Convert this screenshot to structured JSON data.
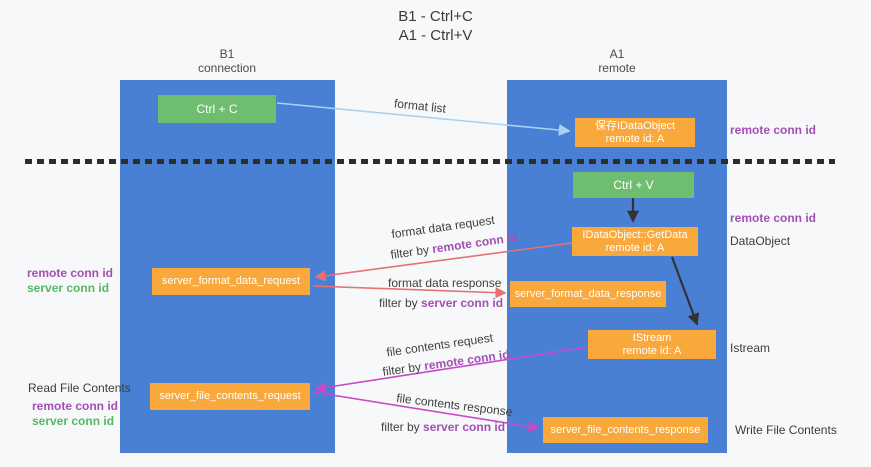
{
  "title": {
    "line1": "B1 - Ctrl+C",
    "line2": "A1 - Ctrl+V"
  },
  "columns": {
    "left": {
      "name": "B1",
      "subtitle": "connection"
    },
    "right": {
      "name": "A1",
      "subtitle": "remote"
    }
  },
  "nodes": {
    "ctrl_c": {
      "label": "Ctrl + C"
    },
    "save_idataobject": {
      "line1": "保存IDataObject",
      "line2": "remote id: A"
    },
    "ctrl_v": {
      "label": "Ctrl + V"
    },
    "getdata": {
      "line1": "IDataObject::GetData",
      "line2": "remote id: A"
    },
    "server_format_data_request": {
      "label": "server_format_data_request"
    },
    "server_format_data_response": {
      "label": "server_format_data_response"
    },
    "istream": {
      "line1": "IStream",
      "line2": "remote id: A"
    },
    "server_file_contents_request": {
      "label": "server_file_contents_request"
    },
    "server_file_contents_response": {
      "label": "server_file_contents_response"
    }
  },
  "side_labels": {
    "right_remote_conn_id_1": "remote conn id",
    "right_remote_conn_id_2": "remote conn id",
    "dataobject": "DataObject",
    "istream": "Istream",
    "write_file_contents": "Write File Contents",
    "left_remote_conn_id_1": "remote conn id",
    "left_server_conn_id_1": "server conn id",
    "read_file_contents": "Read File Contents",
    "left_remote_conn_id_2": "remote conn id",
    "left_server_conn_id_2": "server conn id"
  },
  "edge_labels": {
    "format_list": "format list",
    "format_data_request": "format data request",
    "filter_prefix_1": "filter by ",
    "filter_keyword_1": "remote conn id",
    "format_data_response": "format data response",
    "filter_prefix_2": "filter by ",
    "filter_keyword_2": "server conn id",
    "file_contents_request": "file contents request",
    "filter_prefix_3": "filter by ",
    "filter_keyword_3": "remote conn id",
    "file_contents_response": "file contents response",
    "filter_prefix_4": "filter by ",
    "filter_keyword_4": "server conn id"
  },
  "colors": {
    "lane_blue": "#4a80d4",
    "node_green": "#6fbe70",
    "node_orange": "#f9a83c",
    "arrow_light_blue": "#a8d2f0",
    "arrow_black": "#333333",
    "arrow_salmon": "#e77070",
    "arrow_magenta": "#c94ac9",
    "text_purple": "#a34fb3",
    "text_green": "#54b964",
    "background": "#f7f8fa"
  }
}
